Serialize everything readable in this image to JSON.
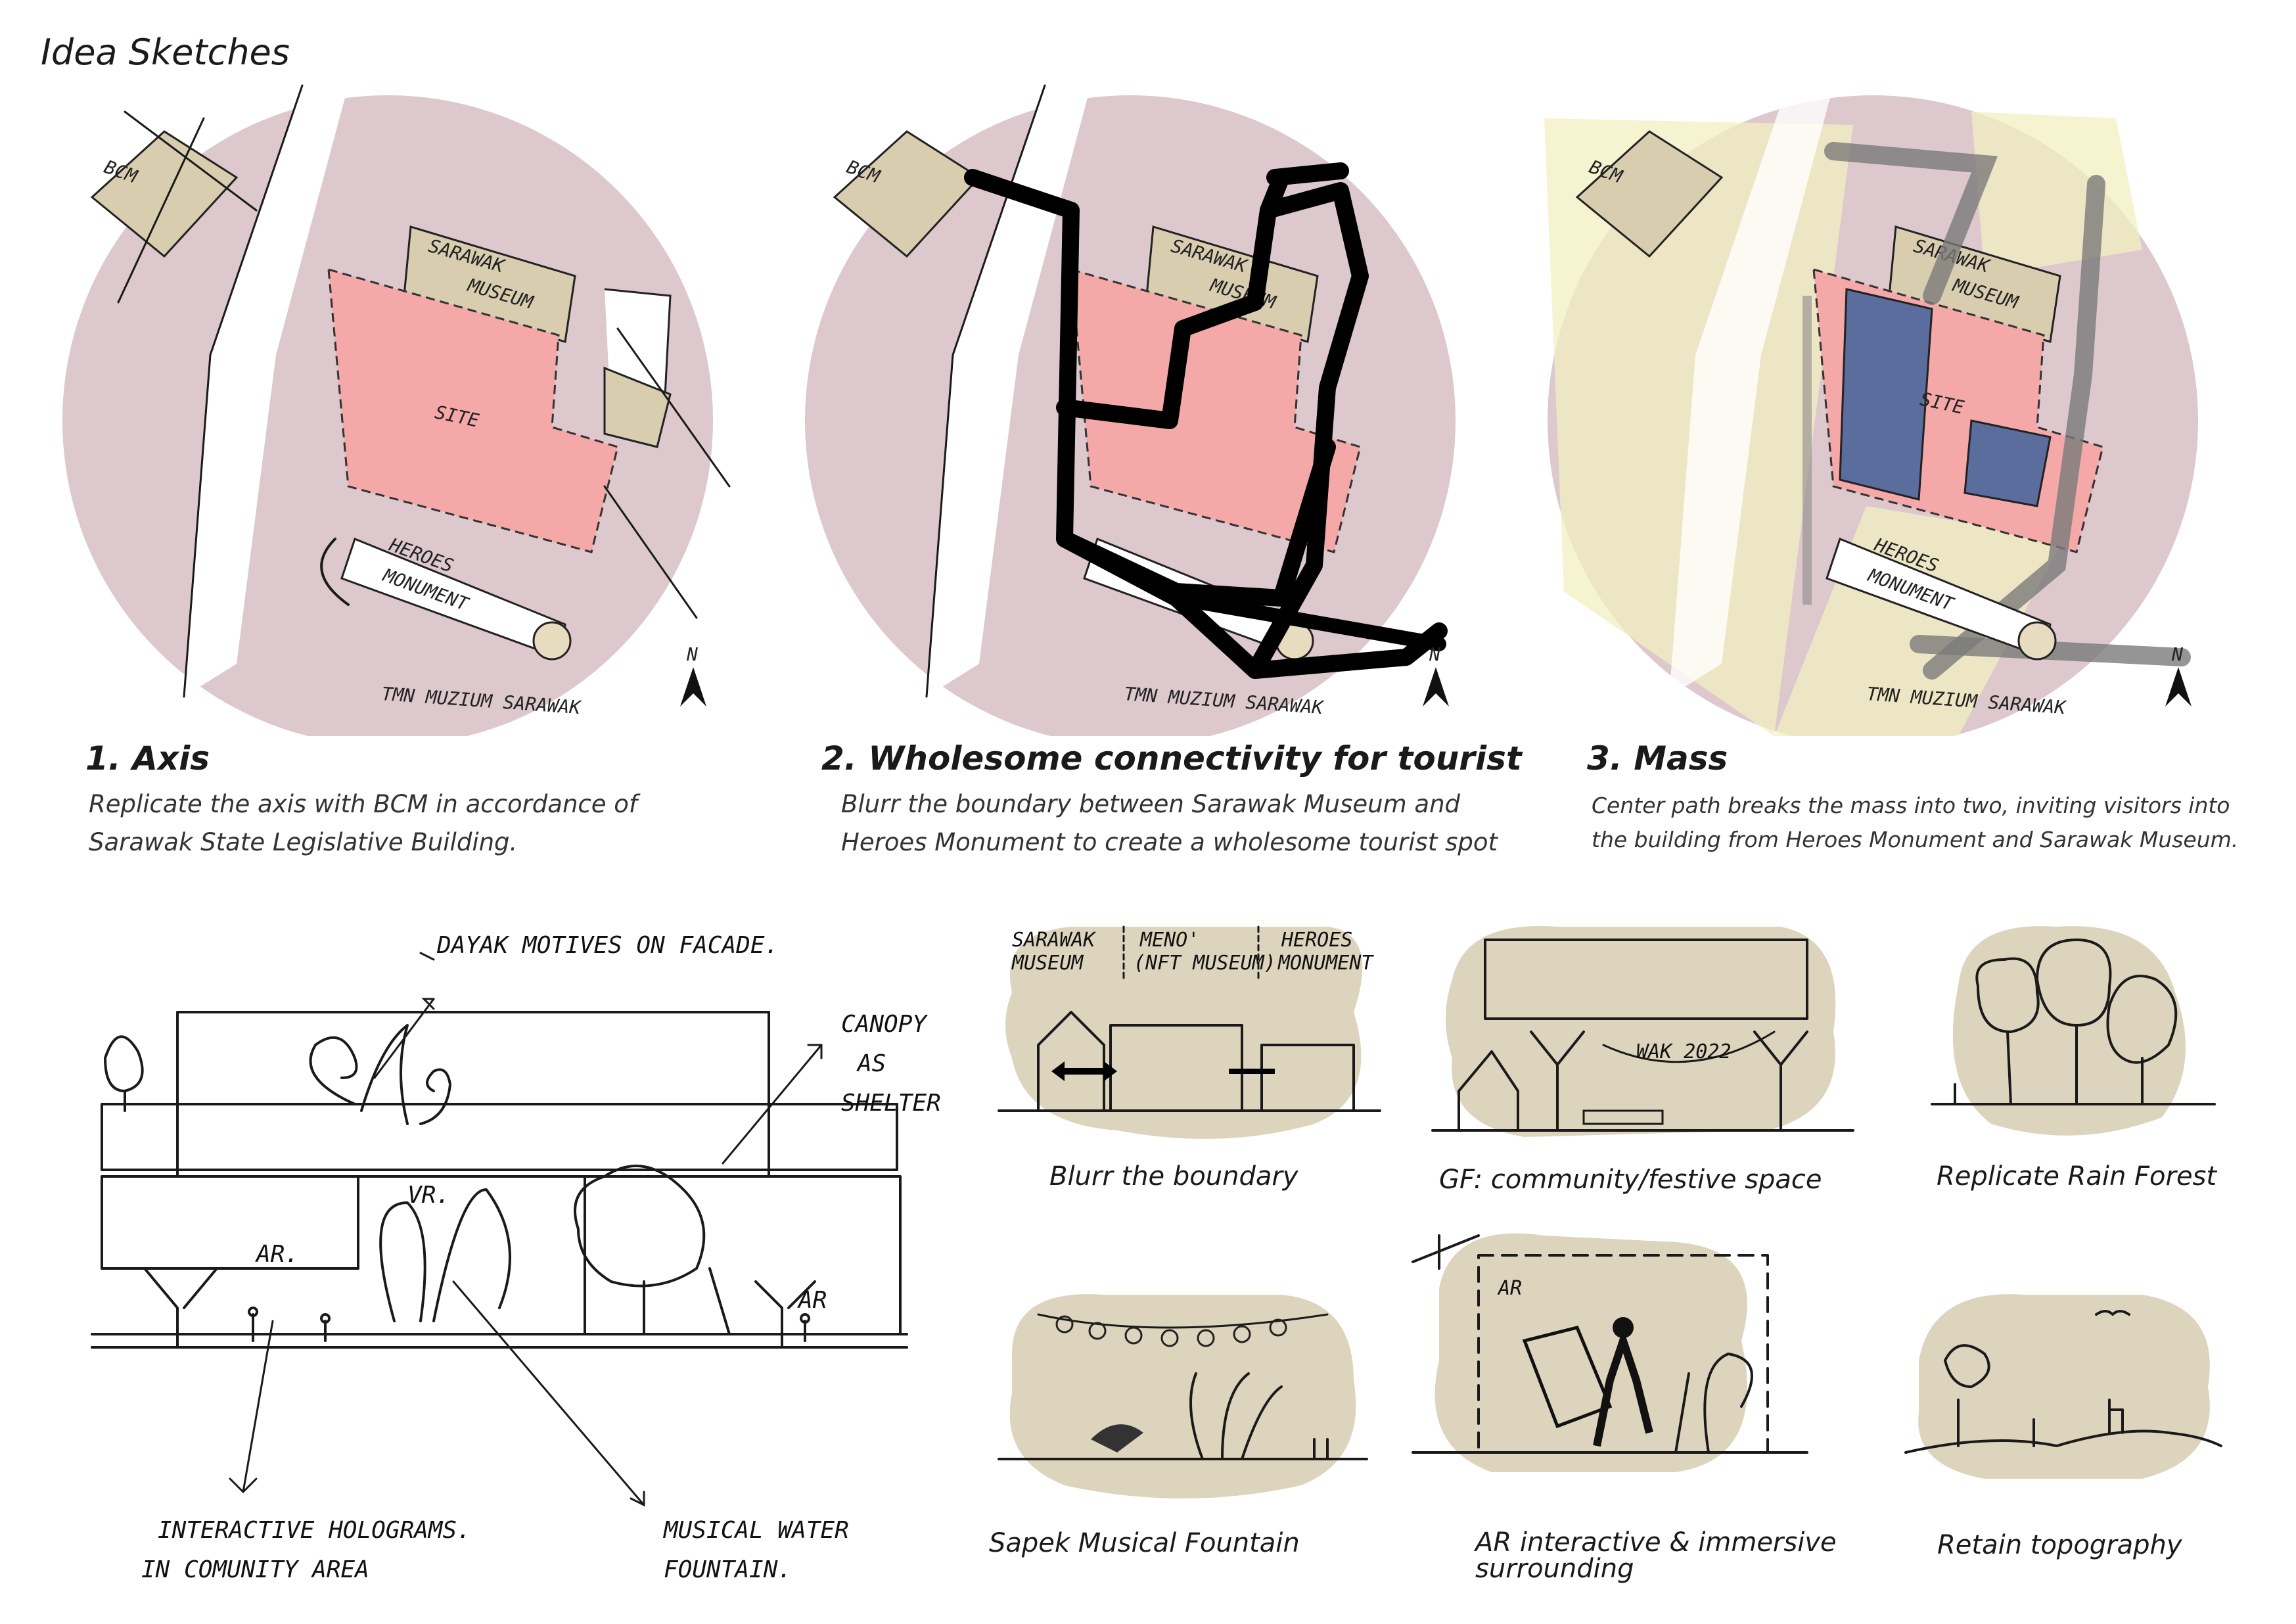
{
  "page_title": "Idea Sketches",
  "colors": {
    "bubble_pink": "#dcc8cd",
    "site_pink": "#f4a8a8",
    "building_tan": "#d9cdb0",
    "blob_tan": "#ddd4bd",
    "mass_blue": "#5b6d9c",
    "overlay_yellow": "#f3f0c0"
  },
  "sketches": [
    {
      "title": "1. Axis",
      "desc": [
        "Replicate the axis with BCM in accordance of",
        "Sarawak State Legislative Building."
      ]
    },
    {
      "title": "2. Wholesome connectivity for tourist",
      "desc": [
        "Blurr the boundary between Sarawak Museum and",
        "Heroes Monument to create a wholesome tourist spot"
      ]
    },
    {
      "title": "3. Mass",
      "desc": [
        "Center path breaks the mass into two, inviting  visitors into",
        "the building from Heroes Monument and Sarawak Museum."
      ]
    }
  ],
  "plan_labels": {
    "bcm": "BCM",
    "sarawak": "SARAWAK",
    "museum": "MUSEUM",
    "site": "SITE",
    "heroes": "HEROES",
    "monument": "MONUMENT",
    "street": "TMN MUZIUM SARAWAK",
    "north": "N"
  },
  "section_annotations": {
    "dayak": "DAYAK MOTIVES ON FACADE.",
    "canopy": [
      "CANOPY",
      "AS",
      "SHELTER"
    ],
    "vr": "VR.",
    "ar_left": "AR.",
    "ar_right": "AR",
    "holograms": [
      "INTERACTIVE HOLOGRAMS.",
      "IN COMUNITY AREA"
    ],
    "fountain": [
      "MUSICAL WATER",
      "FOUNTAIN."
    ]
  },
  "vignettes": [
    {
      "caption": "Blurr the boundary",
      "labels": [
        "SARAWAK",
        "MUSEUM",
        "MENO'",
        "(NFT MUSEUM)",
        "HEROES",
        "MONUMENT"
      ]
    },
    {
      "caption": "GF: community/festive space",
      "labels": [
        "WAK 2022"
      ]
    },
    {
      "caption": "Replicate Rain Forest"
    },
    {
      "caption": "Sapek Musical Fountain"
    },
    {
      "caption": [
        "AR interactive & immersive",
        "surrounding"
      ],
      "labels": [
        "AR"
      ]
    },
    {
      "caption": "Retain topography"
    }
  ]
}
